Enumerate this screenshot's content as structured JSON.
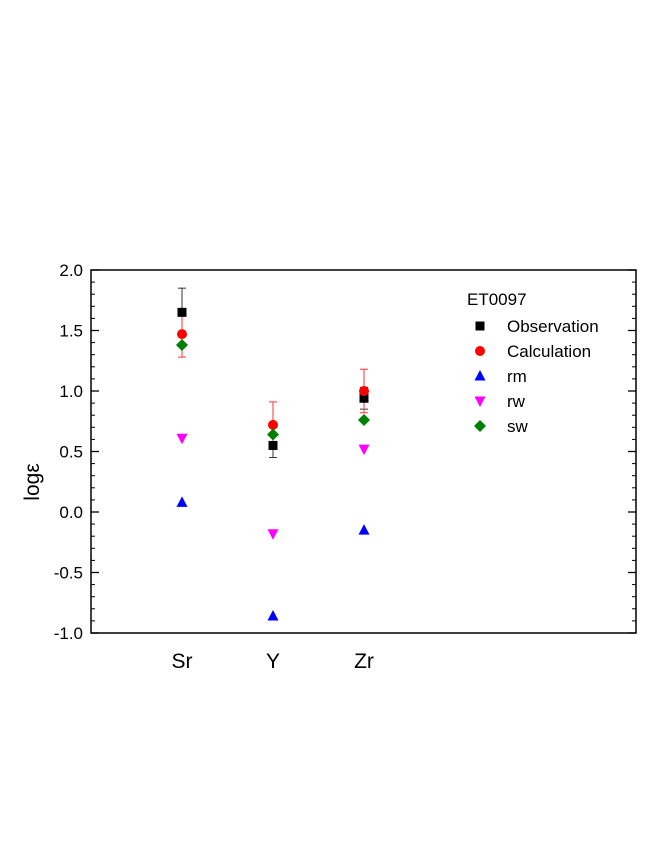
{
  "chart_data": {
    "type": "scatter",
    "title": "",
    "ylabel": "logε",
    "xlabel": "",
    "categories": [
      "Sr",
      "Y",
      "Zr"
    ],
    "ylim": [
      -1.0,
      2.0
    ],
    "y_ticks": [
      "2.0",
      "1.5",
      "1.0",
      "0.5",
      "0.0",
      "-0.5",
      "-1.0"
    ],
    "legend": {
      "title": "ET0097",
      "placement": "top-right"
    },
    "grid": false,
    "series": [
      {
        "name": "Observation",
        "marker": "square",
        "color": "#000000",
        "values": [
          1.65,
          0.55,
          0.94
        ],
        "errors": [
          0.2,
          0.1,
          0.09
        ]
      },
      {
        "name": "Calculation",
        "marker": "circle",
        "color": "#ff0000",
        "values": [
          1.47,
          0.72,
          1.0
        ],
        "errors": [
          0.19,
          0.19,
          0.18
        ]
      },
      {
        "name": "rm",
        "marker": "triangle-up",
        "color": "#0000ff",
        "values": [
          0.08,
          -0.86,
          -0.15
        ]
      },
      {
        "name": "rw",
        "marker": "triangle-down",
        "color": "#ff00ff",
        "values": [
          0.61,
          -0.18,
          0.52
        ]
      },
      {
        "name": "sw",
        "marker": "diamond",
        "color": "#008000",
        "values": [
          1.38,
          0.64,
          0.76
        ]
      }
    ]
  }
}
